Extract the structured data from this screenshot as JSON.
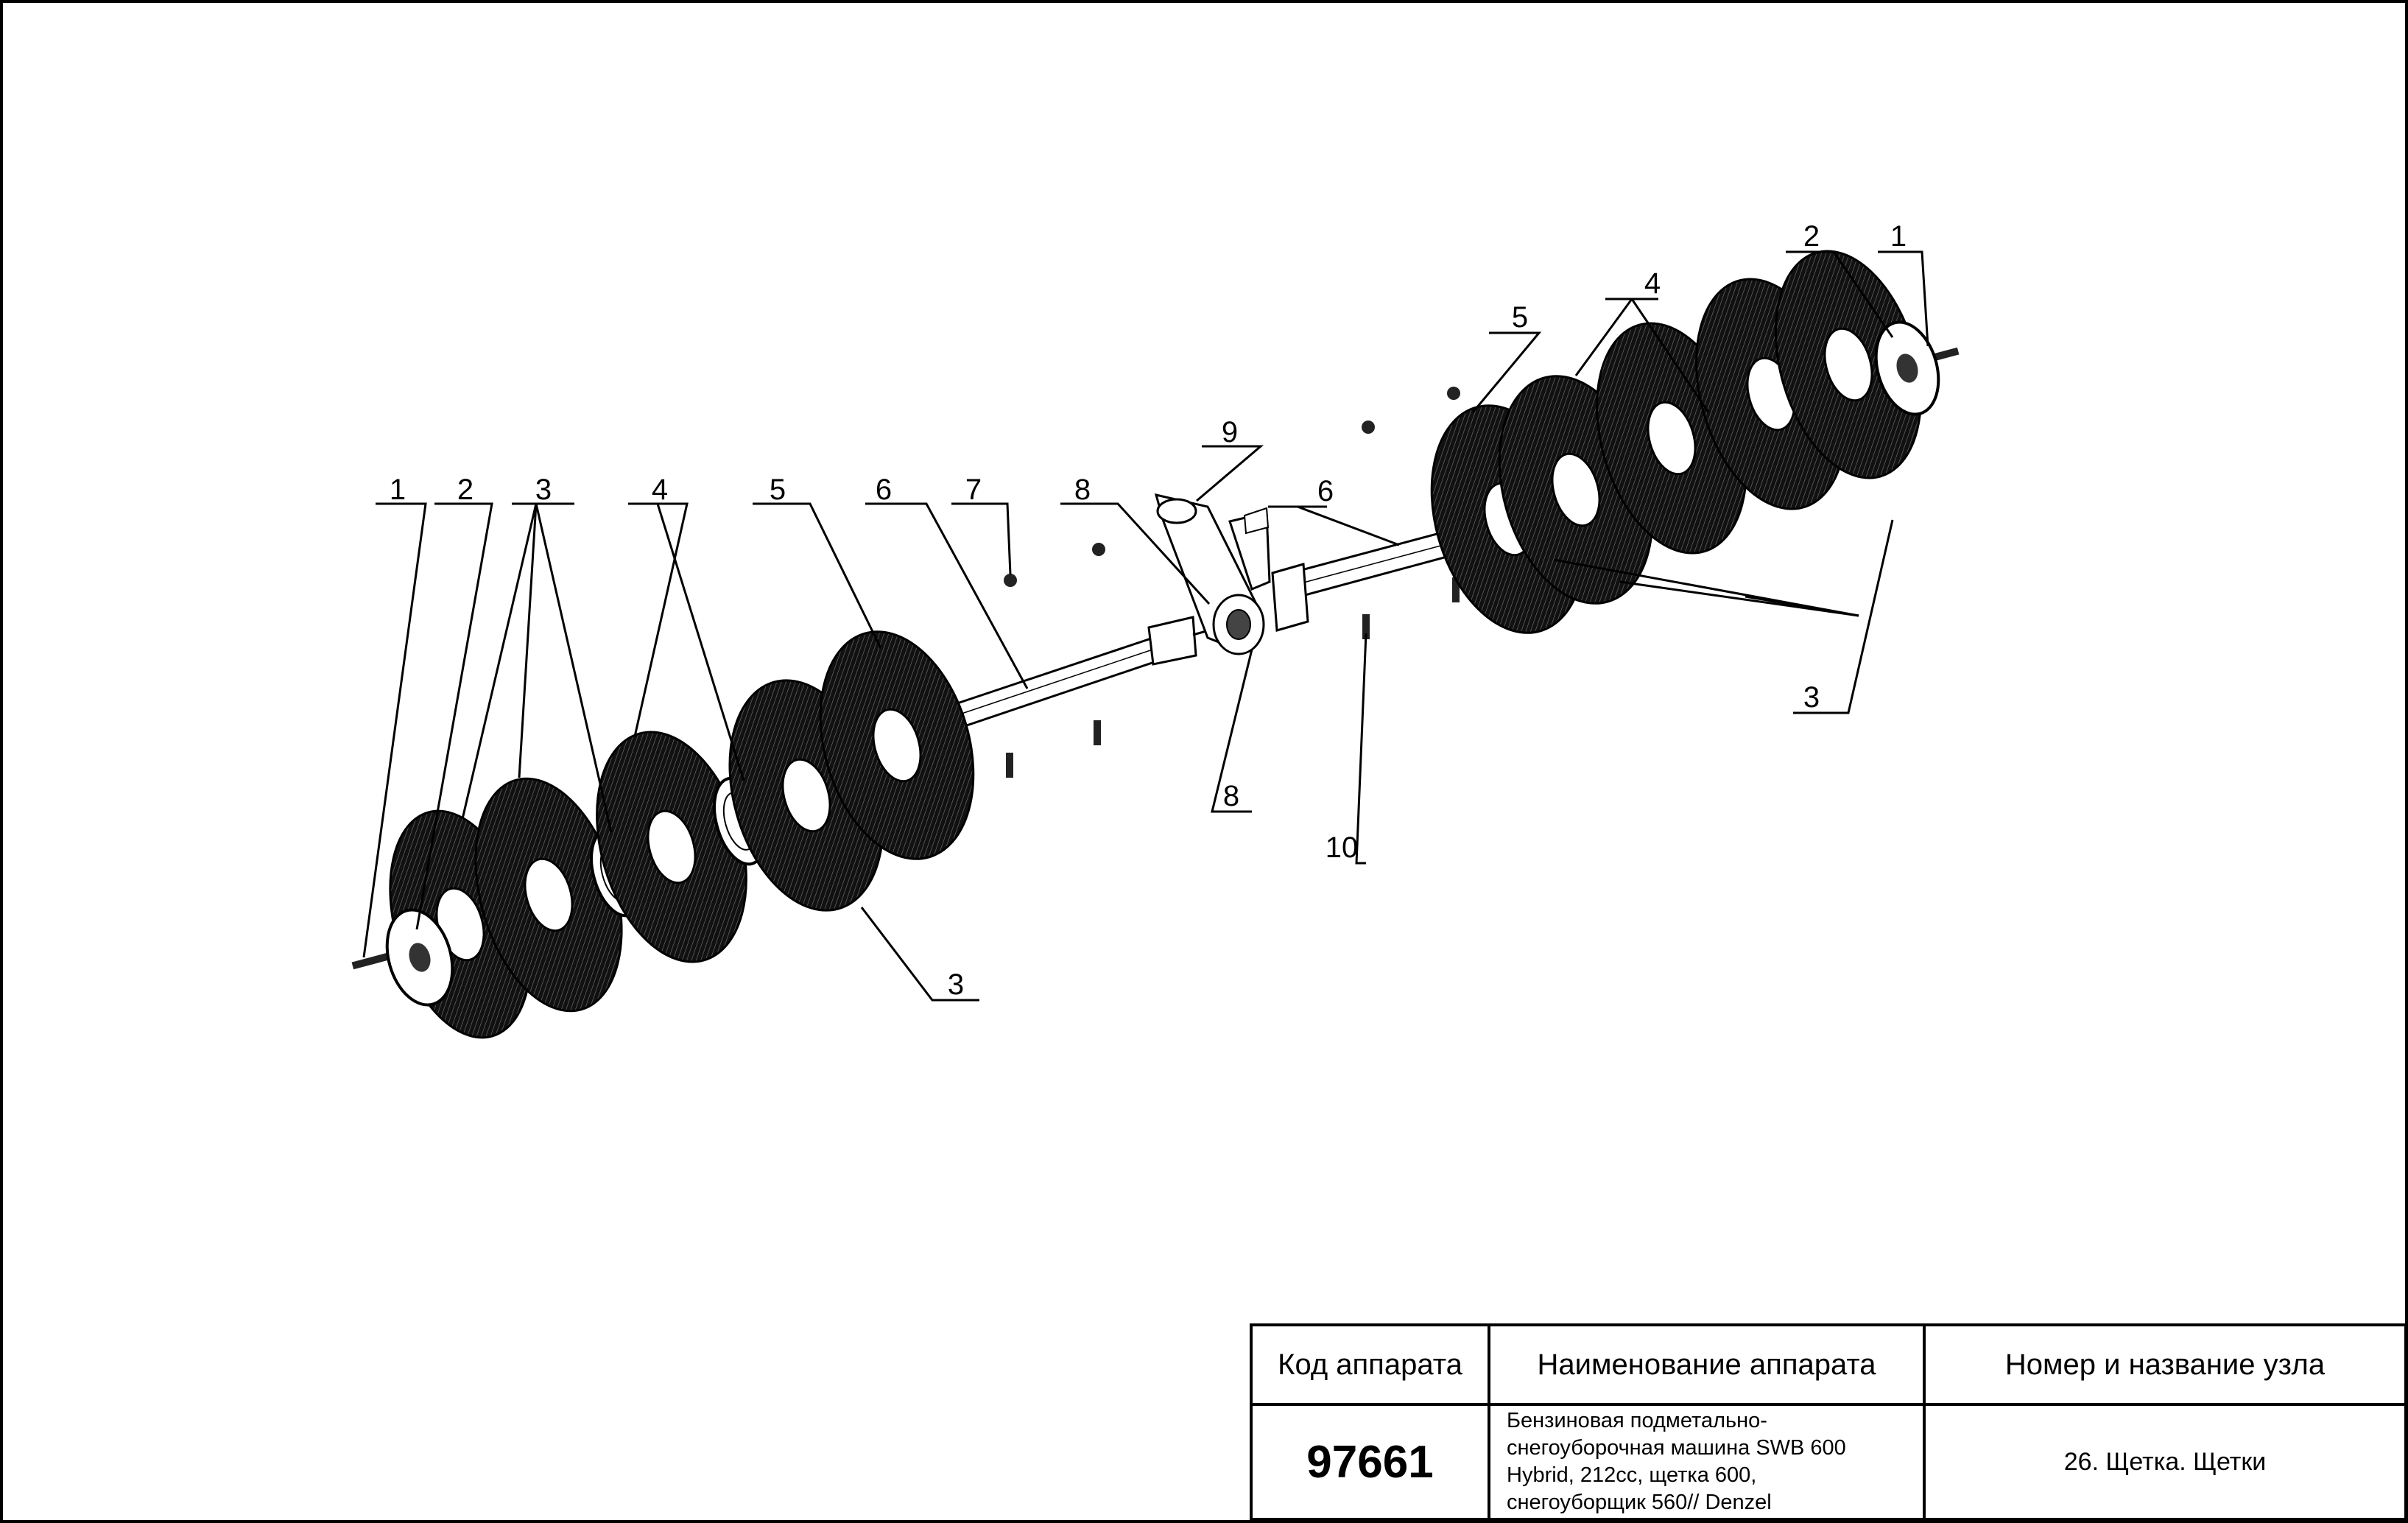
{
  "callouts": {
    "left_1": "1",
    "left_2": "2",
    "left_3": "3",
    "left_4": "4",
    "left_5": "5",
    "left_6": "6",
    "left_7": "7",
    "left_8_top": "8",
    "left_9": "9",
    "left_3_bottom": "3",
    "left_8_bottom": "8",
    "left_10": "10",
    "right_6": "6",
    "right_5": "5",
    "right_4": "4",
    "right_2": "2",
    "right_1": "1",
    "right_3": "3"
  },
  "title_block": {
    "headers": {
      "code": "Код аппарата",
      "name": "Наименование аппарата",
      "unit": "Номер и название узла"
    },
    "values": {
      "code": "97661",
      "name_lines": [
        "Бензиновая подметально-",
        "снегоуборочная машина SWB 600",
        "Hybrid, 212cc, щетка 600,",
        "снегоуборщик 560// Denzel"
      ],
      "unit": "26. Щетка. Щетки"
    }
  }
}
